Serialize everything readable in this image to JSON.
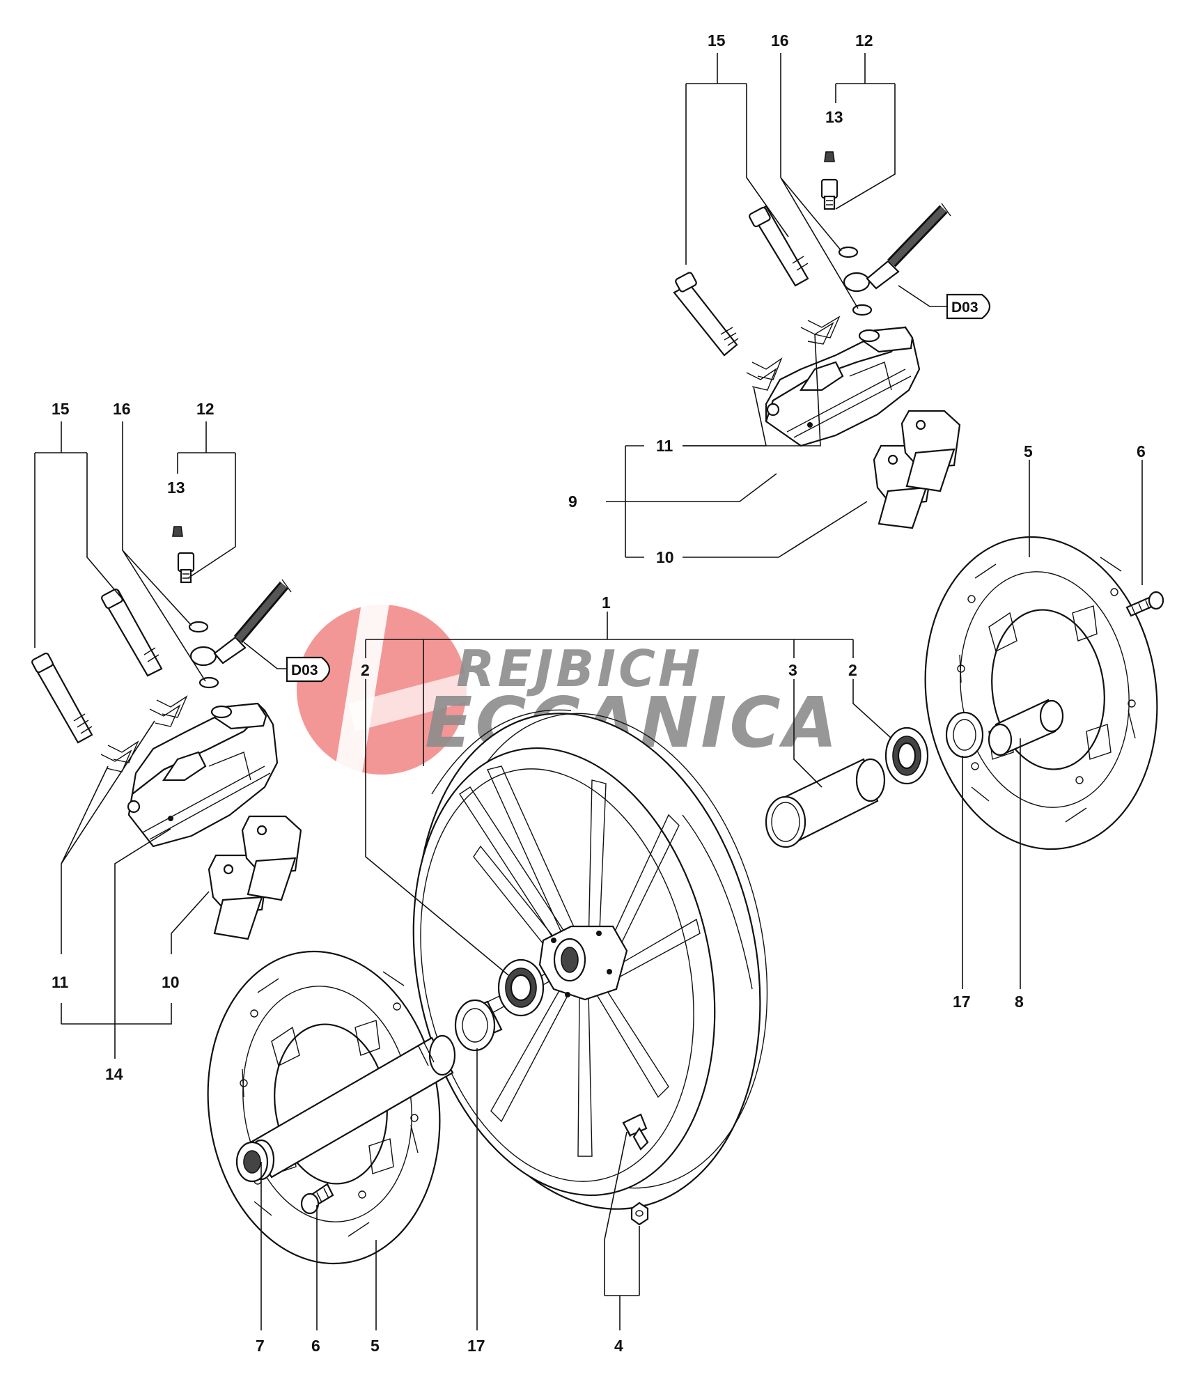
{
  "callouts": {
    "tr15": "15",
    "tr16": "16",
    "tr12": "12",
    "tr13": "13",
    "trD03": "D03",
    "tr11": "11",
    "tr9": "9",
    "tr10": "10",
    "tl15": "15",
    "tl16": "16",
    "tl12": "12",
    "tl13": "13",
    "tlD03": "D03",
    "tl11": "11",
    "tl10": "10",
    "tl14": "14",
    "c1": "1",
    "c2a": "2",
    "c3": "3",
    "c2b": "2",
    "r5": "5",
    "r6": "6",
    "r17": "17",
    "r8": "8",
    "b7": "7",
    "b6": "6",
    "b5": "5",
    "b17": "17",
    "b4": "4"
  },
  "watermark": {
    "line1": "REJBICH",
    "line2": "ECCANICA",
    "logo_color": "#e9423f",
    "text_color": "#8c8c8c"
  }
}
